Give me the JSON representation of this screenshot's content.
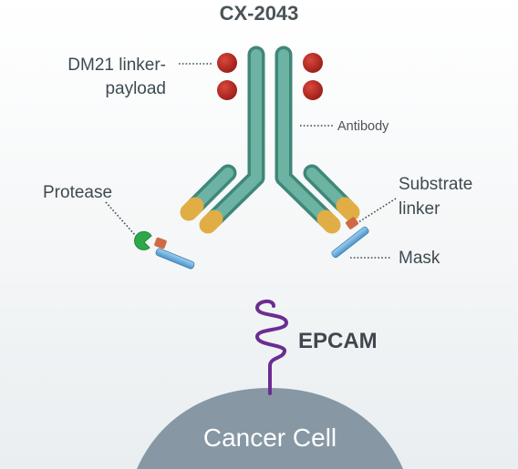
{
  "diagram": {
    "title": "CX-2043",
    "labels": {
      "payload_line1": "DM21 linker-",
      "payload_line2": "payload",
      "antibody": "Antibody",
      "protease": "Protease",
      "substrate_line1": "Substrate",
      "substrate_line2": "linker",
      "mask": "Mask",
      "epcam": "EPCAM",
      "cancer_cell": "Cancer Cell"
    },
    "colors": {
      "antibody": "#4e9d8e",
      "antibody_light": "#7fbfb1",
      "hinge": "#e0ae45",
      "payload": "#b3261e",
      "protease": "#2ea84a",
      "substrate": "#cf6a45",
      "mask": "#6eaede",
      "epcam": "#6b2d91",
      "cell": "#8797a3"
    }
  }
}
